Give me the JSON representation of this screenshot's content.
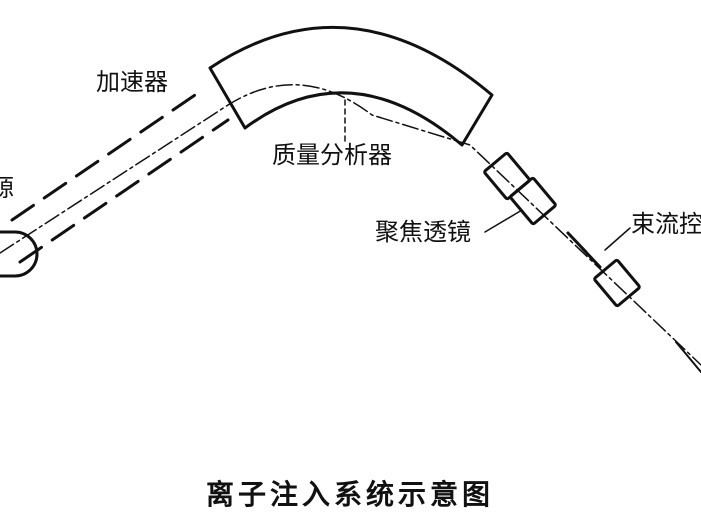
{
  "diagram": {
    "labels": {
      "source": "源",
      "accelerator": "加速器",
      "mass_analyzer": "质量分析器",
      "focus_lens": "聚焦透镜",
      "beam_control": "束流控"
    },
    "caption": "离子注入系统示意图"
  },
  "colors": {
    "line": "#111111",
    "background": "#ffffff"
  }
}
